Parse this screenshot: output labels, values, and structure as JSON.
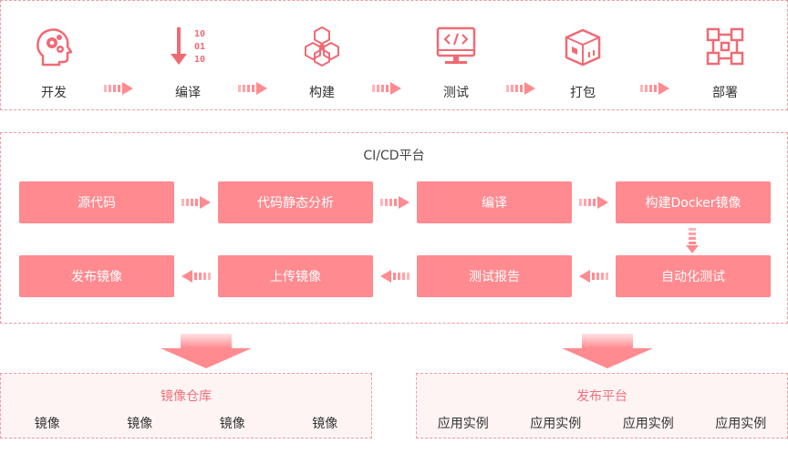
{
  "stages": [
    {
      "label": "开发",
      "icon": "head-gears-icon"
    },
    {
      "label": "编译",
      "icon": "binary-download-icon"
    },
    {
      "label": "构建",
      "icon": "hexagon-cluster-icon"
    },
    {
      "label": "测试",
      "icon": "code-monitor-icon"
    },
    {
      "label": "打包",
      "icon": "package-box-icon"
    },
    {
      "label": "部署",
      "icon": "network-nodes-icon"
    }
  ],
  "cicd": {
    "title": "CI/CD平台",
    "row1": [
      "源代码",
      "代码静态分析",
      "编译",
      "构建Docker镜像"
    ],
    "row2": [
      "发布镜像",
      "上传镜像",
      "测试报告",
      "自动化测试"
    ]
  },
  "registry": {
    "title": "镜像仓库",
    "items": [
      "镜像",
      "镜像",
      "镜像",
      "镜像"
    ]
  },
  "release": {
    "title": "发布平台",
    "items": [
      "应用实例",
      "应用实例",
      "应用实例",
      "应用实例"
    ]
  },
  "colors": {
    "accent": "#ff8a8f",
    "border": "#f19aa2",
    "light_bg": "#fff4f4",
    "title_text": "#f0707a"
  }
}
